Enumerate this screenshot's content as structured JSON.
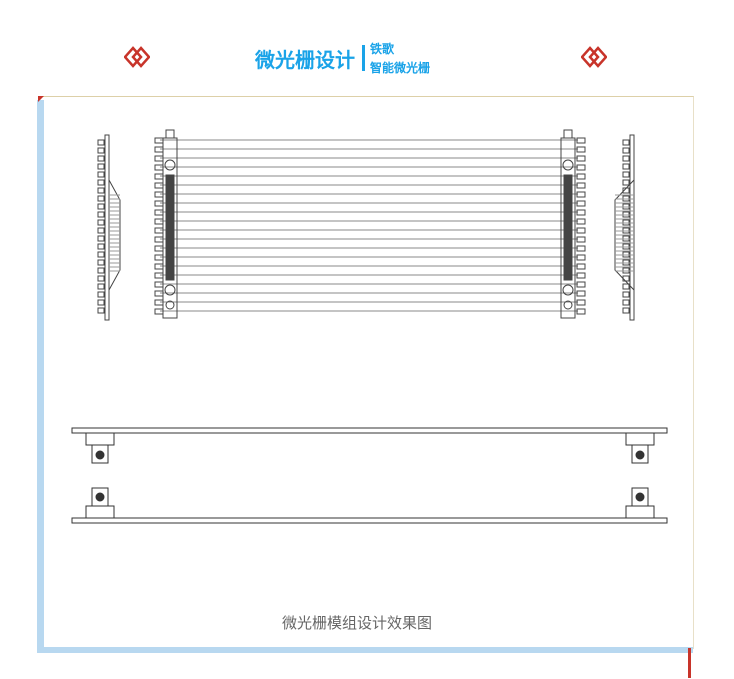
{
  "header": {
    "title": "微光栅设计",
    "brand_line1": "铁歌",
    "brand_line2": "智能微光栅"
  },
  "card": {
    "caption": "微光栅模组设计效果图"
  },
  "colors": {
    "accent": "#1aa3e8",
    "red": "#c8342a",
    "card_bar": "#b8d8f0"
  }
}
